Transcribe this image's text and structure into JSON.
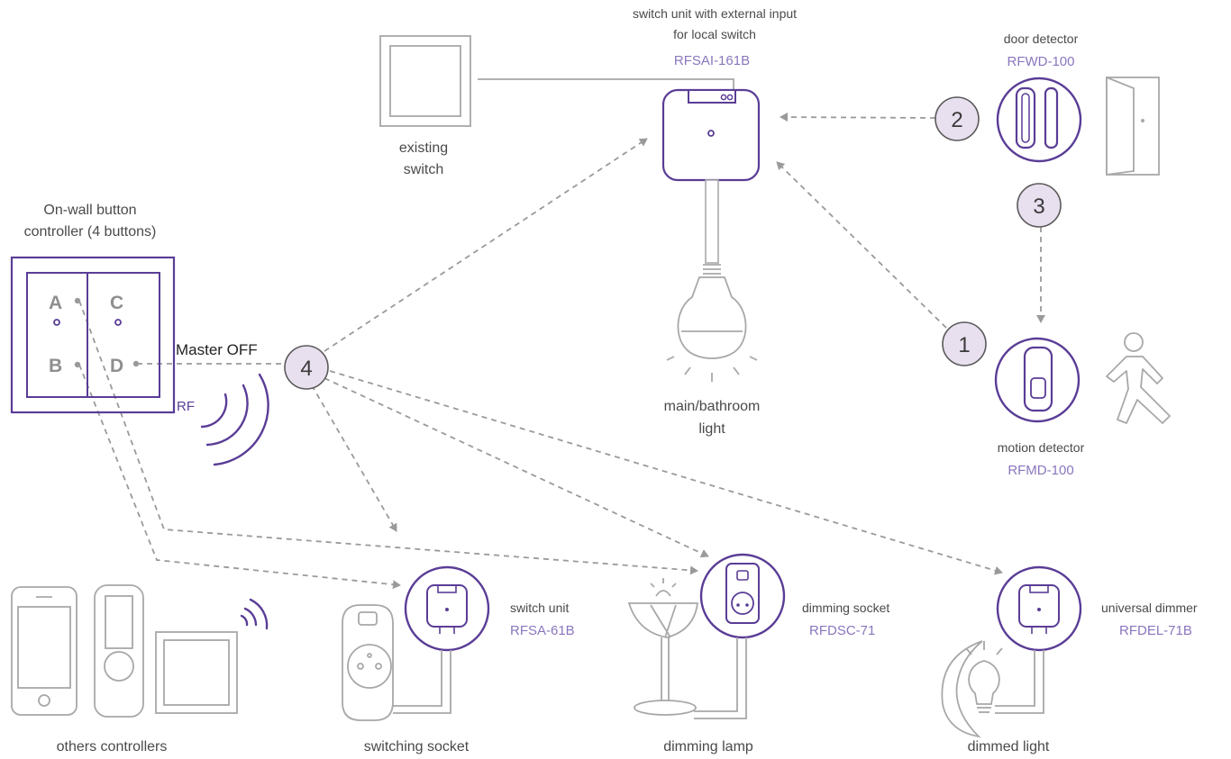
{
  "colors": {
    "accent": "#5a3d96",
    "model_text": "#8a76bd",
    "badge_fill": "#e8dfef",
    "line_gray": "#a8a8a8",
    "arrow_gray": "#9a9a9a"
  },
  "controller": {
    "title_line1": "On-wall button",
    "title_line2": "controller (4 buttons)",
    "buttons": [
      "A",
      "C",
      "B",
      "D"
    ],
    "rf_label": "RF",
    "master_label": "Master OFF"
  },
  "existing_switch": {
    "line1": "existing",
    "line2": "switch"
  },
  "switch_unit_main": {
    "line1": "switch unit with external input",
    "line2": "for local switch",
    "model": "RFSAI-161B"
  },
  "main_light": {
    "line1": "main/bathroom",
    "line2": "light"
  },
  "door_detector": {
    "label": "door detector",
    "model": "RFWD-100"
  },
  "motion_detector": {
    "label": "motion detector",
    "model": "RFMD-100"
  },
  "badges": [
    "1",
    "2",
    "3",
    "4"
  ],
  "switch_unit": {
    "label": "switch unit",
    "model": "RFSA-61B"
  },
  "dimming_socket": {
    "label": "dimming socket",
    "model": "RFDSC-71"
  },
  "universal_dimmer": {
    "label": "universal dimmer",
    "model": "RFDEL-71B"
  },
  "bottom_labels": {
    "others": "others controllers",
    "switching_socket": "switching socket",
    "dimming_lamp": "dimming lamp",
    "dimmed_light": "dimmed light"
  },
  "icons": [
    "smartphone-icon",
    "remote-keyfob-icon",
    "wall-switch-icon",
    "wireless-signal-icon",
    "door-icon",
    "walking-person-icon",
    "light-bulb-icon",
    "table-lamp-icon",
    "power-socket-icon"
  ]
}
